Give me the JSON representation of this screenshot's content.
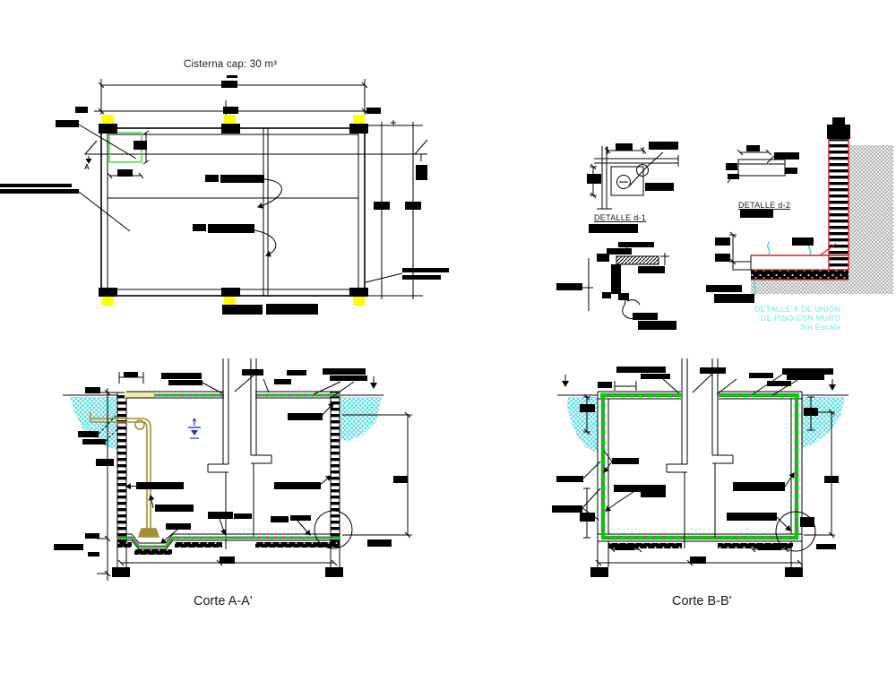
{
  "drawing": {
    "plan": {
      "title": "Cisterna cap: 30 m³",
      "section_marker": "A"
    },
    "details": {
      "d1_label": "DETALLE d-1",
      "d2_label": "DETALLE d-2",
      "union_note": {
        "line1": "DETALLE X DE UNIÓN",
        "line2": "DE PISO CON MURO",
        "line3": "Sin Escala"
      }
    },
    "sections": {
      "corte_a": "Corte A-A'",
      "corte_b": "Corte B-B'"
    },
    "colors": {
      "column_yellow": "#ffff00",
      "slab_green": "#00cc00",
      "hatch_green_light": "#55dd55",
      "rebar_magenta": "#bb3fbb",
      "soil_cyan": "#4ad9e3",
      "note_cyan": "#97f2ee",
      "pipe_olive": "#a58d35",
      "detail_red": "#cc2222",
      "water_blue": "#2233cc",
      "soil_gray": "#a8a8a8"
    }
  }
}
